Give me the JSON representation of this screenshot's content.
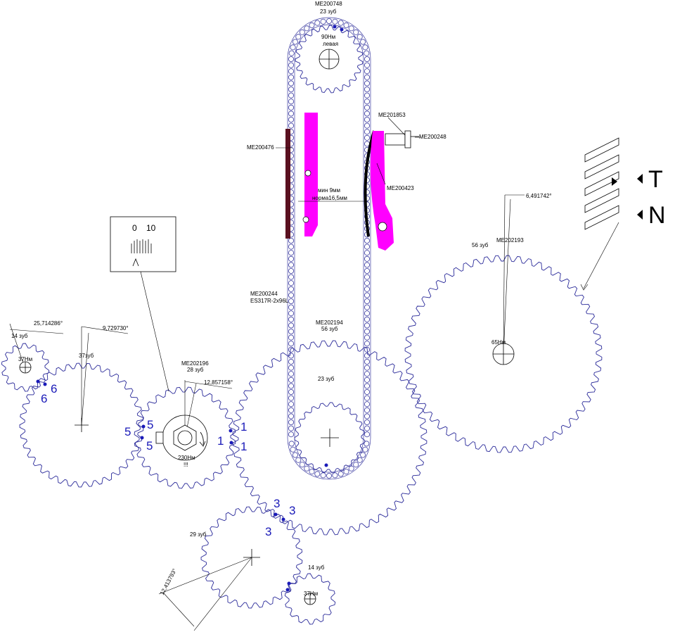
{
  "colors": {
    "gear": "#2b2b9a",
    "chain": "#3a3aa0",
    "guide": "#ff00ff",
    "guide_edge": "#5a1020",
    "timing_dot": "#1a1ab8",
    "line": "#000000"
  },
  "gears": {
    "cam_sprocket": {
      "part": "ME200748",
      "teeth": "23 зуб",
      "torque": "90Нм",
      "torque_note": "левая"
    },
    "balancer_right": {
      "part": "ME202193",
      "teeth": "56 зуб",
      "torque": "65Нм",
      "angle": "6,491742°"
    },
    "intermediate": {
      "part": "ME202194",
      "teeth": "56 зуб",
      "inner_teeth": "23 зуб"
    },
    "crank": {
      "part": "ME202196",
      "teeth": "28 зуб",
      "torque": "230Нм",
      "torque_note": "!!!",
      "angle": "12,857158°"
    },
    "left_big": {
      "teeth": "37зуб",
      "angle": "9,729730°"
    },
    "left_small": {
      "teeth": "14 зуб",
      "torque": "37Нм",
      "angle": "25,714286°"
    },
    "bottom_mid": {
      "teeth": "29 зуб",
      "angle": "12,413793°"
    },
    "bottom_small": {
      "teeth": "14 зуб",
      "torque": "37Нм"
    }
  },
  "parts": {
    "chain": "ME200244",
    "chain_spec": "ES317R-2x96L",
    "guide_left": "ME200476",
    "tensioner_arm": "ME200423",
    "tensioner": "ME201853",
    "tensioner_bolt": "ME200248"
  },
  "slack": {
    "min": "мин 9мм",
    "norm": "норма16,5мм"
  },
  "scale_inset": {
    "left": "0",
    "right": "10"
  },
  "legend": {
    "t": "T",
    "n": "N"
  },
  "timing_marks": {
    "one_a": "1",
    "one_b": "1",
    "one_c": "1",
    "three_a": "3",
    "three_b": "3",
    "three_c": "3",
    "five_a": "5",
    "five_b": "5",
    "five_c": "5",
    "six_a": "6",
    "six_b": "6"
  }
}
